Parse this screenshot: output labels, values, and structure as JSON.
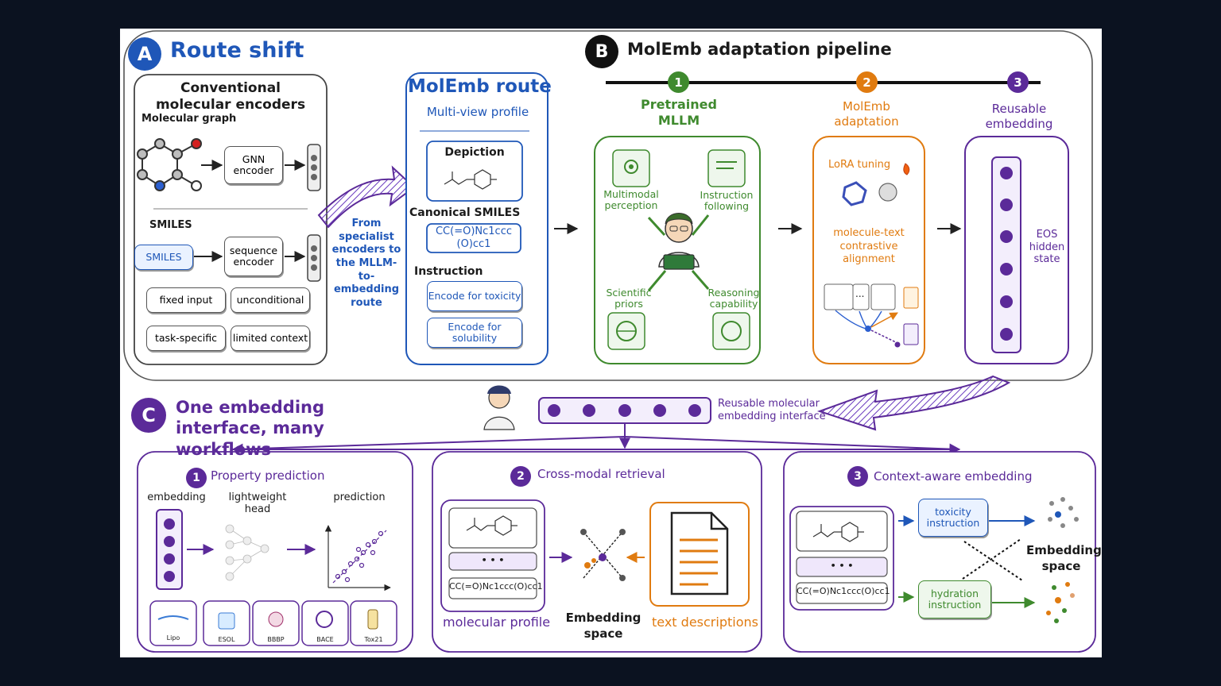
{
  "panel_a": {
    "letter": "A",
    "title": "Route shift",
    "conventional_title": "Conventional molecular encoders",
    "molecular_graph": "Molecular graph",
    "gnn_encoder": "GNN encoder",
    "smiles_label": "SMILES",
    "smiles_box": "SMILES",
    "sequence_encoder": "sequence encoder",
    "limits": [
      "fixed input",
      "unconditional",
      "task-specific",
      "limited context"
    ],
    "arrow_caption": "From specialist encoders to the MLLM-to-embedding route",
    "route_title": "MolEmb route",
    "multi_view": "Multi-view profile",
    "depiction": "Depiction",
    "canonical_smiles": "Canonical SMILES",
    "smiles_value": "CC(=O)Nc1ccc(O)cc1",
    "instruction": "Instruction",
    "encode_toxicity": "Encode for toxicity",
    "encode_solubility": "Encode for solubility"
  },
  "panel_b": {
    "letter": "B",
    "title": "MolEmb adaptation pipeline",
    "steps": [
      {
        "num": "1",
        "label": "Pretrained MLLM"
      },
      {
        "num": "2",
        "label": "MolEmb adaptation"
      },
      {
        "num": "3",
        "label": "Reusable embedding"
      }
    ],
    "capabilities": [
      "Multimodal perception",
      "Instruction following",
      "Scientific priors",
      "Reasoning capability"
    ],
    "lora": "LoRA tuning",
    "alignment": "molecule-text contrastive alignment",
    "eos": "EOS hidden state",
    "ellipsis": "..."
  },
  "panel_c": {
    "letter": "C",
    "title": "One embedding interface, many workflows",
    "interface_label": "Reusable molecular embedding interface",
    "w1": {
      "num": "1",
      "title": "Property prediction",
      "embedding": "embedding",
      "head": "lightweight head",
      "prediction": "prediction",
      "datasets": [
        "Lipo",
        "ESOL",
        "BBBP",
        "BACE",
        "Tox21"
      ]
    },
    "w2": {
      "num": "2",
      "title": "Cross-modal retrieval",
      "ellipsis": "• • •",
      "smiles": "CC(=O)Nc1ccc(O)cc1",
      "molecular_profile": "molecular profile",
      "embedding_space": "Embedding space",
      "text_descriptions": "text descriptions"
    },
    "w3": {
      "num": "3",
      "title": "Context-aware embedding",
      "ellipsis": "• • •",
      "smiles": "CC(=O)Nc1ccc(O)cc1",
      "toxicity": "toxicity instruction",
      "hydration": "hydration instruction",
      "embedding_space": "Embedding space"
    }
  },
  "colors": {
    "blue": "#1f57b8",
    "green": "#3f8a2e",
    "orange": "#e07b10",
    "purple": "#5b2a99",
    "badge_dark": "#111111"
  }
}
